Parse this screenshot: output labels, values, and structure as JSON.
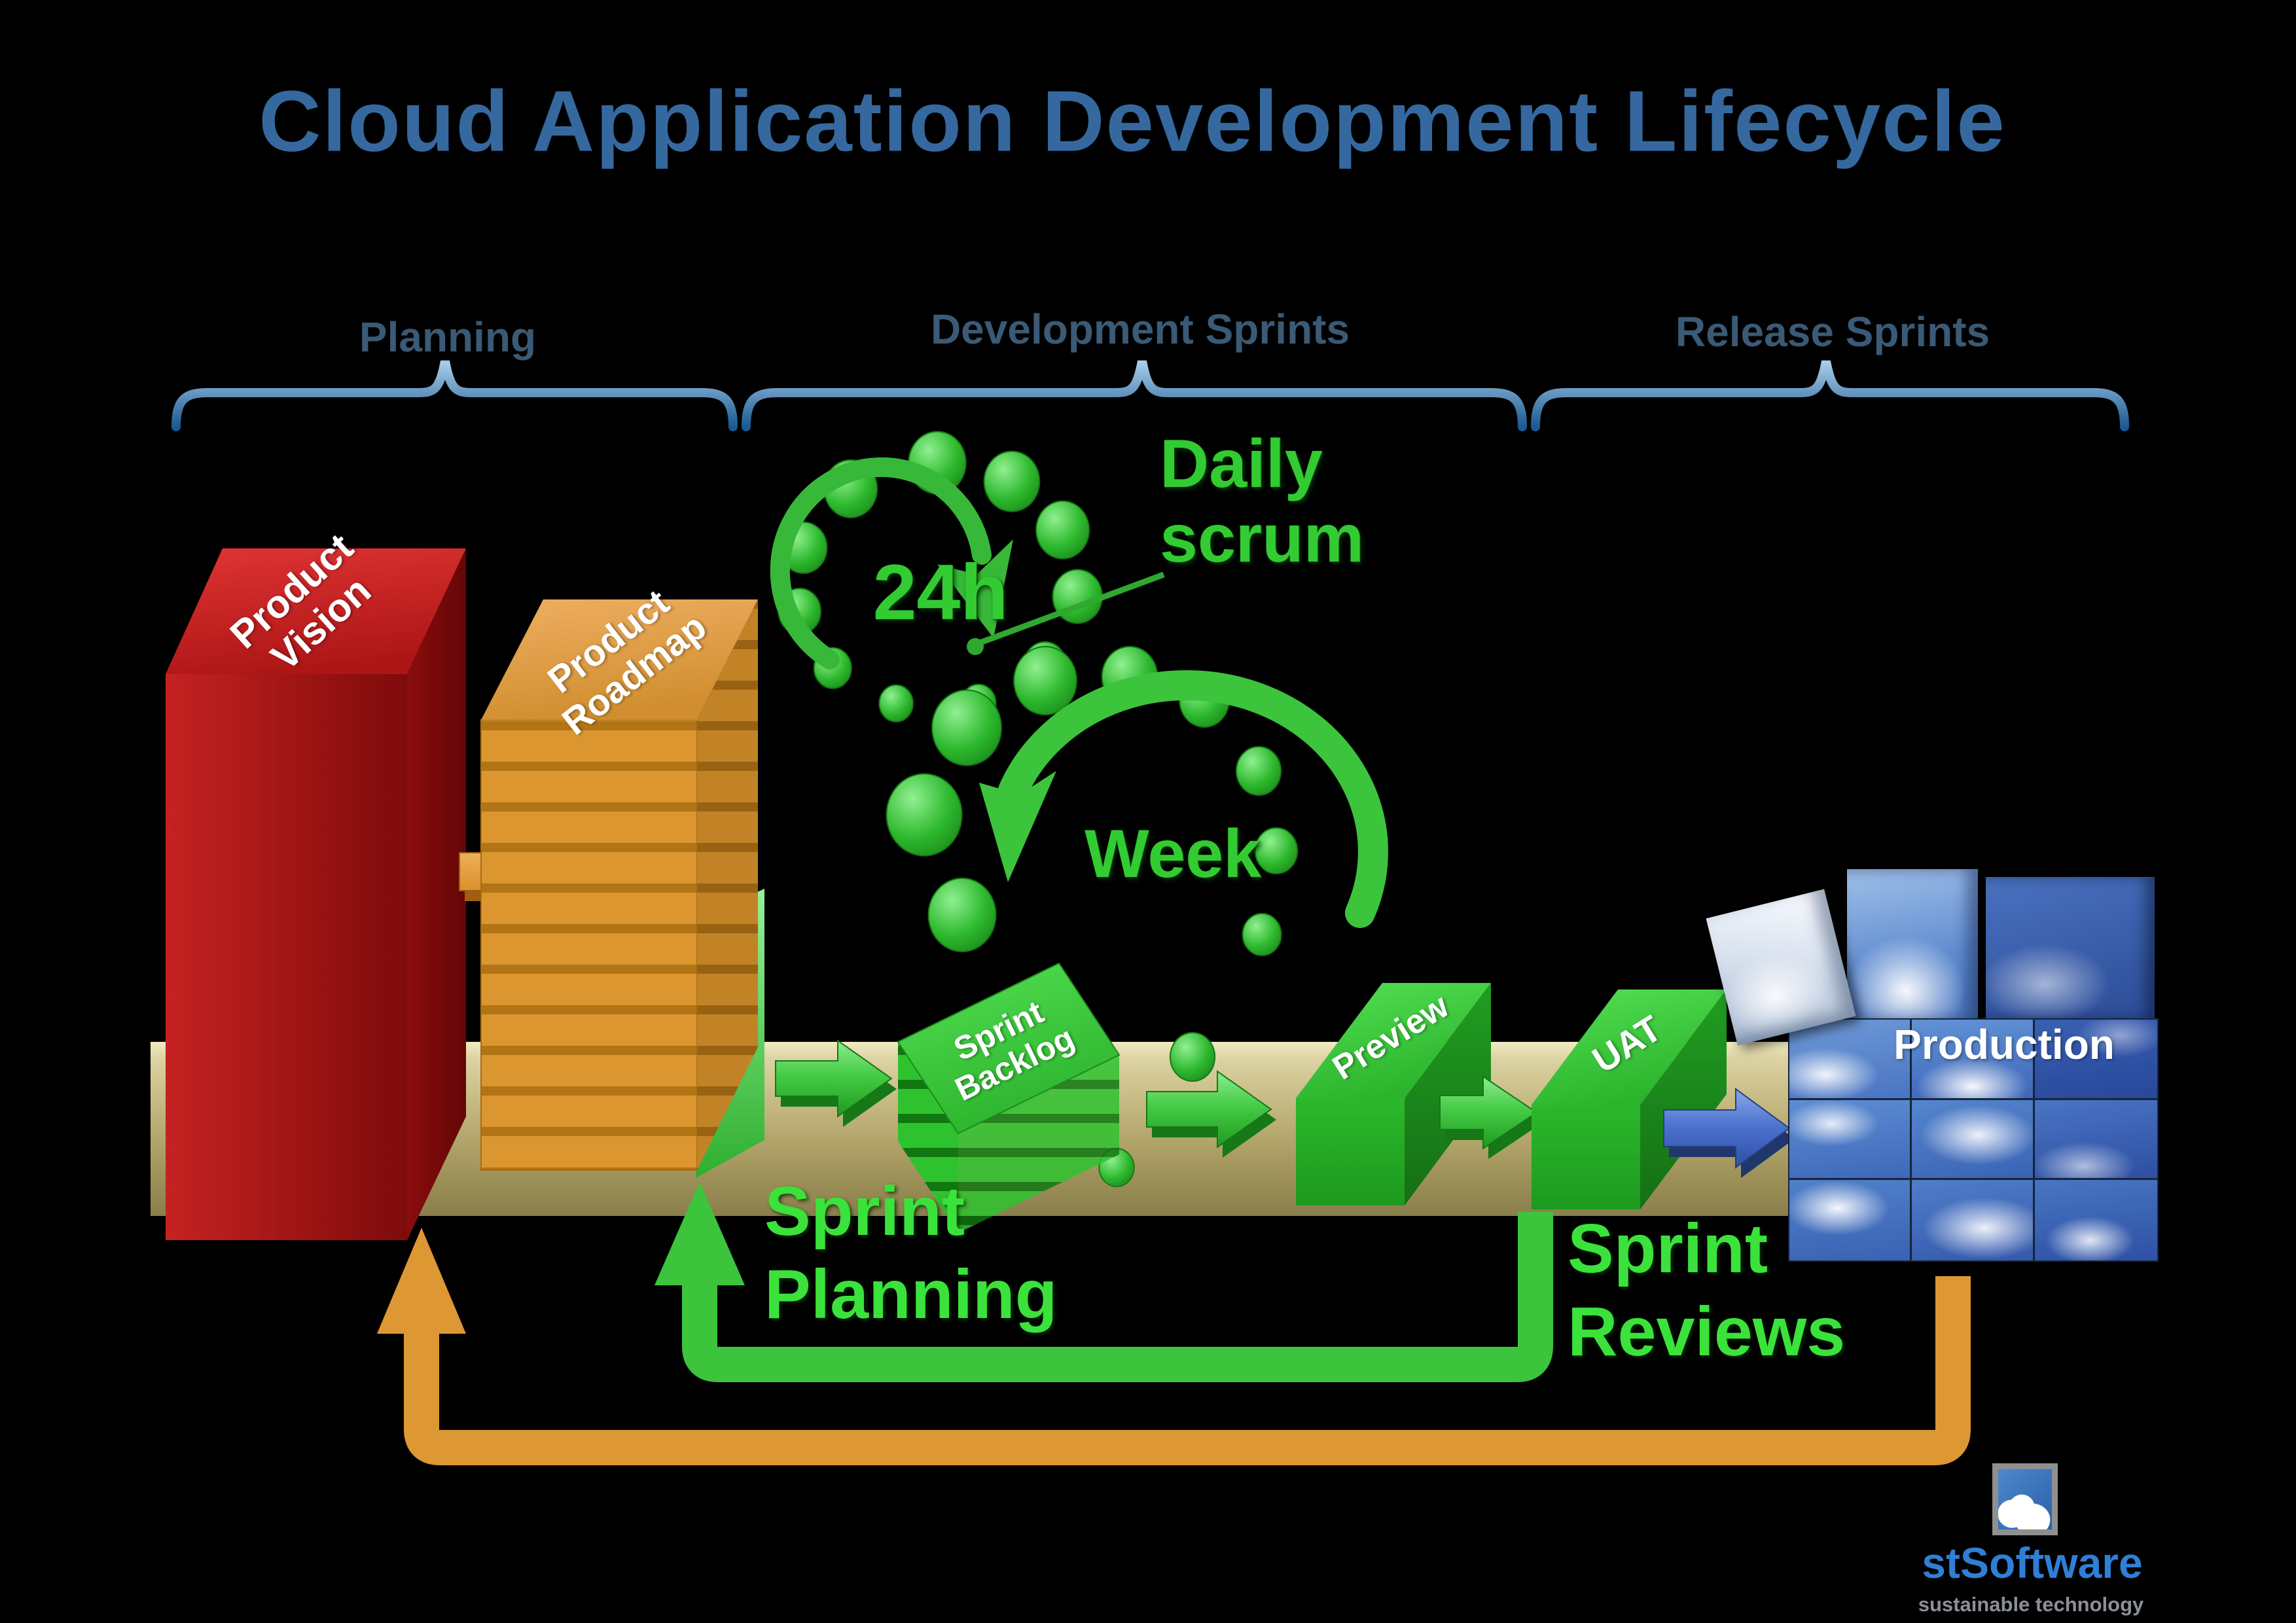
{
  "title": "Cloud Application Development Lifecycle",
  "phases": {
    "planning": "Planning",
    "development": "Development Sprints",
    "release": "Release Sprints"
  },
  "artifacts": {
    "product_vision": {
      "line1": "Product",
      "line2": "Vision"
    },
    "product_roadmap": {
      "line1": "Product",
      "line2": "Roadmap"
    },
    "sprint_backlog": {
      "line1": "Sprint",
      "line2": "Backlog"
    },
    "preview": {
      "label": "Preview"
    },
    "uat": {
      "label": "UAT"
    },
    "production": {
      "label": "Production"
    }
  },
  "scrum": {
    "daily": {
      "line1": "Daily",
      "line2": "scrum"
    },
    "daily_cycle": "24h",
    "weekly_cycle": "Week"
  },
  "annotations": {
    "sprint_planning": {
      "line1": "Sprint",
      "line2": "Planning"
    },
    "sprint_reviews": {
      "line1": "Sprint",
      "line2": "Reviews"
    }
  },
  "logo": {
    "name": "stSoftware",
    "tagline": "sustainable technology"
  },
  "colors": {
    "title": "#35689E",
    "phase_label": "#3A5A75",
    "brace": "#2E6DA8",
    "green": "#33CC33",
    "orange": "#DD9733",
    "red": "#B01515",
    "blue_arrow": "#4A72CC",
    "floor": "#C4B984",
    "sky": "#4F7FD0"
  }
}
